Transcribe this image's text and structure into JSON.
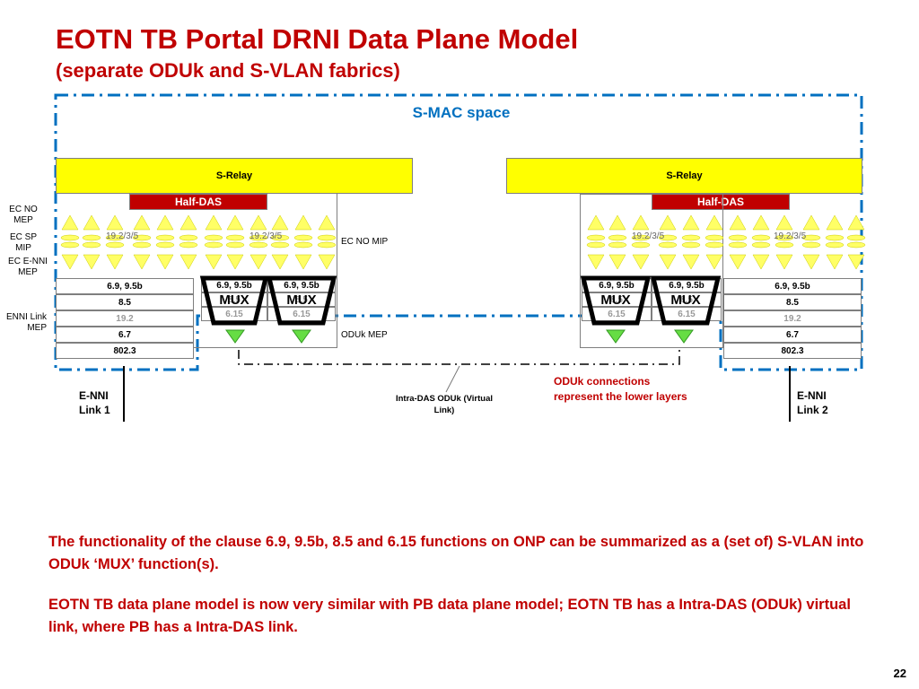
{
  "title": "EOTN TB Portal DRNI Data Plane Model",
  "subtitle": "(separate ODUk and S-VLAN fabrics)",
  "smac_label": "S-MAC space",
  "relay_label": "S-Relay",
  "half_das_label": "Half-DAS",
  "left_labels": {
    "ec_no_mep": "EC NO MEP",
    "ec_sp_mip": "EC SP MIP",
    "ec_enni_mep": "EC E-NNI MEP",
    "enni_link_mep": "ENNI Link MEP"
  },
  "right_labels": {
    "ec_no_mip": "EC NO MIP",
    "oduk_mep": "ODUk MEP"
  },
  "enni_stack": [
    "6.9, 9.5b",
    "8.5",
    "",
    "6.7",
    "802.3"
  ],
  "enni_hidden_left": "19.2",
  "enni_hidden_right": "19.2",
  "mux_stack": [
    "6.9, 9.5b",
    "8.5",
    "6.15"
  ],
  "mux_label": "MUX",
  "clause_overlay": "19.2/3/5",
  "enni_link_1": "E-NNI Link 1",
  "enni_link_2": "E-NNI Link 2",
  "intra_das": "Intra-DAS ODUk (Virtual Link)",
  "oduk_note": "ODUk connections represent the lower layers",
  "body_para_1": "The functionality of the clause 6.9, 9.5b, 8.5 and 6.15 functions on ONP can be summarized as a (set of) S-VLAN into ODUk ‘MUX’ function(s).",
  "body_para_2": "EOTN TB data plane model is now very similar with PB data plane model; EOTN TB has a Intra-DAS (ODUk) virtual link, where PB has a Intra-DAS link.",
  "page_number": "22",
  "colors": {
    "title": "#c00000",
    "smac": "#0070c0",
    "relay": "#ffff00",
    "half_das": "#c00000",
    "triangle_yellow": "#ffff66",
    "mep_blue": "#66ccff",
    "mep_green": "#66dd44"
  }
}
